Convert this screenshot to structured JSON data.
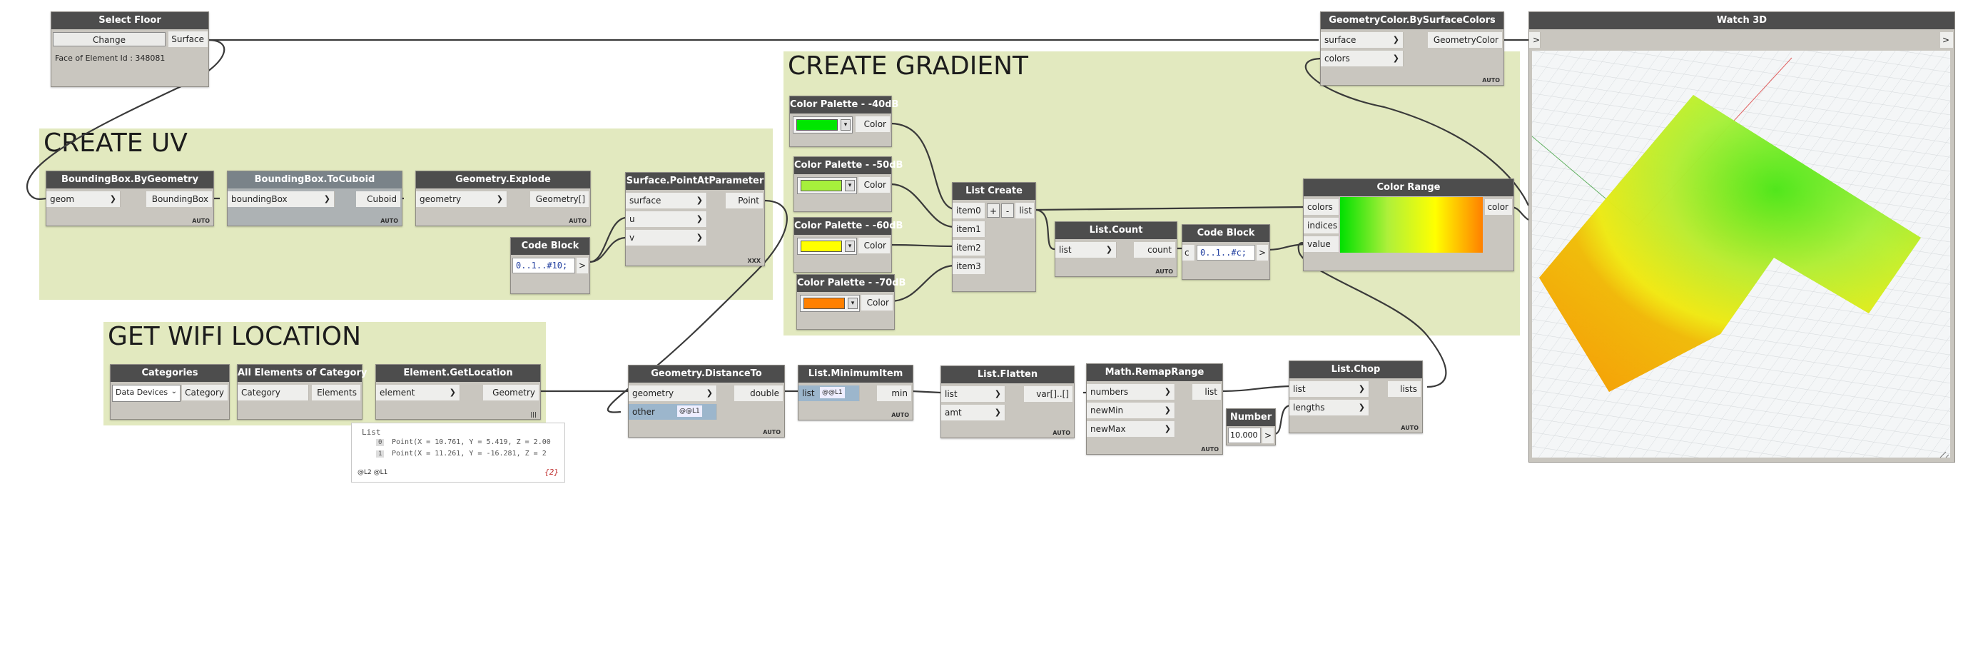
{
  "groups": {
    "create_uv": "CREATE UV",
    "create_gradient": "CREATE GRADIENT",
    "get_wifi_location": "GET WIFI LOCATION"
  },
  "nodes": {
    "select_floor": {
      "title": "Select Floor",
      "button": "Change",
      "output": "Surface",
      "info": "Face of Element Id : 348081"
    },
    "bbox_by_geometry": {
      "title": "BoundingBox.ByGeometry",
      "input": "geom",
      "output": "BoundingBox",
      "lacing": "AUTO"
    },
    "bbox_to_cuboid": {
      "title": "BoundingBox.ToCuboid",
      "input": "boundingBox",
      "output": "Cuboid",
      "lacing": "AUTO"
    },
    "geometry_explode": {
      "title": "Geometry.Explode",
      "input": "geometry",
      "output": "Geometry[]",
      "lacing": "AUTO"
    },
    "code_block_uv": {
      "title": "Code Block",
      "code": "0..1..#10;",
      "output": ">"
    },
    "surface_point_at_param": {
      "title": "Surface.PointAtParameter",
      "inputs": [
        "surface",
        "u",
        "v"
      ],
      "output": "Point",
      "lacing": "XXX"
    },
    "color_palette_40": {
      "title": "Color Palette - -40dB",
      "output": "Color",
      "color": "#00e600"
    },
    "color_palette_50": {
      "title": "Color Palette - -50dB",
      "output": "Color",
      "color": "#a6f03c"
    },
    "color_palette_60": {
      "title": "Color Palette - -60dB",
      "output": "Color",
      "color": "#ffff00"
    },
    "color_palette_70": {
      "title": "Color Palette - -70dB",
      "output": "Color",
      "color": "#ff8000"
    },
    "list_create": {
      "title": "List Create",
      "inputs": [
        "item0",
        "item1",
        "item2",
        "item3"
      ],
      "add": "+",
      "remove": "-",
      "output": "list"
    },
    "list_count": {
      "title": "List.Count",
      "input": "list",
      "output": "count",
      "lacing": "AUTO"
    },
    "code_block_grad": {
      "title": "Code Block",
      "input": "c",
      "code": "0..1..#c;",
      "output": ">"
    },
    "color_range": {
      "title": "Color Range",
      "inputs": [
        "colors",
        "indices",
        "value"
      ],
      "output": "color"
    },
    "geometry_color": {
      "title": "GeometryColor.BySurfaceColors",
      "inputs": [
        "surface",
        "colors"
      ],
      "output": "GeometryColor",
      "lacing": "AUTO"
    },
    "watch_3d": {
      "title": "Watch 3D",
      "input": ">",
      "output": ">"
    },
    "categories": {
      "title": "Categories",
      "selected": "Data Devices",
      "output": "Category"
    },
    "all_elements": {
      "title": "All Elements of Category",
      "input": "Category",
      "output": "Elements"
    },
    "element_get_location": {
      "title": "Element.GetLocation",
      "input": "element",
      "output": "Geometry",
      "lacing": "|||"
    },
    "distance_to": {
      "title": "Geometry.DistanceTo",
      "inputs": [
        "geometry",
        "other"
      ],
      "other_hint": "@@L1",
      "output": "double",
      "lacing": "AUTO"
    },
    "list_minimum_item": {
      "title": "List.MinimumItem",
      "input": "list",
      "input_hint": "@@L1",
      "output": "min",
      "lacing": "AUTO"
    },
    "list_flatten": {
      "title": "List.Flatten",
      "inputs": [
        "list",
        "amt"
      ],
      "output": "var[]..[]",
      "lacing": "AUTO"
    },
    "math_remap": {
      "title": "Math.RemapRange",
      "inputs": [
        "numbers",
        "newMin",
        "newMax"
      ],
      "output": "list",
      "lacing": "AUTO"
    },
    "number": {
      "title": "Number",
      "value": "10.000",
      "output": ">"
    },
    "list_chop": {
      "title": "List.Chop",
      "inputs": [
        "list",
        "lengths"
      ],
      "output": "lists",
      "lacing": "AUTO"
    }
  },
  "preview": {
    "header": "List",
    "items": [
      {
        "index": "0",
        "text": "Point(X = 10.761, Y = 5.419, Z = 2.00"
      },
      {
        "index": "1",
        "text": "Point(X = 11.261, Y = -16.281, Z = 2"
      }
    ],
    "levels": "@L2 @L1",
    "count": "{2}"
  },
  "colors": {
    "node_header": "#4d4d4d",
    "node_body": "#c9c6bf",
    "group_fill": "#e2e9bf",
    "wire": "#3a3a3a"
  }
}
